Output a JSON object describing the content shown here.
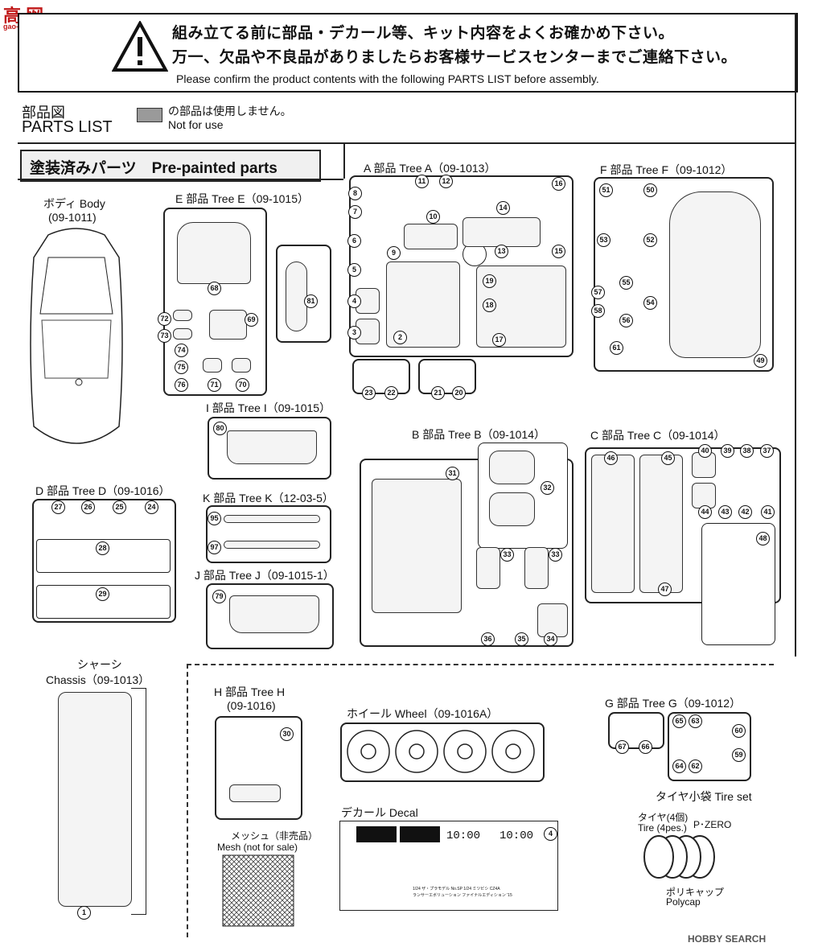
{
  "watermark": {
    "text": "高 网",
    "sub": "gao-shou.com"
  },
  "header": {
    "jp_line1": "組み立てる前に部品・デカール等、キット内容をよくお確かめ下さい。",
    "jp_line2": "万一、欠品や不良品がありましたらお客様サービスセンターまでご連絡下さい。",
    "en_line": "Please confirm the product contents with the following PARTS LIST before assembly."
  },
  "parts_list": {
    "title_jp": "部品図",
    "title_en": "PARTS LIST",
    "legend_jp": "の部品は使用しません。",
    "legend_en": "Not for use"
  },
  "prepainted": {
    "label": "塗装済みパーツ　Pre-painted parts"
  },
  "body": {
    "label": "ボディ Body",
    "code": "(09-1011)"
  },
  "trees": {
    "E": "E 部品 Tree E（09-1015）",
    "A": "A 部品 Tree A（09-1013）",
    "F": "F 部品 Tree F（09-1012）",
    "I": "I 部品 Tree I（09-1015）",
    "B": "B 部品 Tree B（09-1014）",
    "C": "C 部品 Tree C（09-1014）",
    "D": "D 部品 Tree D（09-1016）",
    "K": "K 部品 Tree K（12-03-5）",
    "J": "J 部品 Tree J（09-1015-1）",
    "H": "H 部品 Tree H",
    "H_code": "(09-1016)",
    "G": "G 部品 Tree G（09-1012）"
  },
  "chassis": {
    "jp": "シャーシ",
    "en": "Chassis（09-1013）"
  },
  "wheel": {
    "label": "ホイール Wheel（09-1016A）"
  },
  "decal": {
    "label": "デカール Decal",
    "time1": "10:00",
    "time2": "10:00",
    "fine1": "1/24 ザ・プラモデル No.SP 1/24 ミツビシ CZ4A",
    "fine2": "ランサーエボリューション ファイナルエディション '15"
  },
  "mesh": {
    "jp": "メッシュ（非売品）",
    "en": "Mesh (not for sale)"
  },
  "tire": {
    "title": "タイヤ小袋 Tire set",
    "jp": "タイヤ(4個)",
    "en": "Tire (4pes.)",
    "brand": "P･ZERO",
    "poly_jp": "ポリキャップ",
    "poly_en": "Polycap"
  },
  "footer": {
    "logo": "HOBBY SEARCH"
  },
  "n": {
    "1": "1",
    "2": "2",
    "3": "3",
    "4": "4",
    "5": "5",
    "6": "6",
    "7": "7",
    "8": "8",
    "9": "9",
    "10": "10",
    "11": "11",
    "12": "12",
    "13": "13",
    "14": "14",
    "15": "15",
    "16": "16",
    "17": "17",
    "18": "18",
    "19": "19",
    "20": "20",
    "21": "21",
    "22": "22",
    "23": "23",
    "24": "24",
    "25": "25",
    "26": "26",
    "27": "27",
    "28": "28",
    "29": "29",
    "30": "30",
    "31": "31",
    "32": "32",
    "33": "33",
    "34": "34",
    "35": "35",
    "36": "36",
    "37": "37",
    "38": "38",
    "39": "39",
    "40": "40",
    "41": "41",
    "42": "42",
    "43": "43",
    "44": "44",
    "45": "45",
    "46": "46",
    "47": "47",
    "48": "48",
    "49": "49",
    "50": "50",
    "51": "51",
    "52": "52",
    "53": "53",
    "54": "54",
    "55": "55",
    "56": "56",
    "57": "57",
    "58": "58",
    "59": "59",
    "60": "60",
    "61": "61",
    "62": "62",
    "63": "63",
    "64": "64",
    "65": "65",
    "66": "66",
    "67": "67",
    "68": "68",
    "69": "69",
    "70": "70",
    "71": "71",
    "72": "72",
    "73": "73",
    "74": "74",
    "75": "75",
    "76": "76",
    "79": "79",
    "80": "80",
    "81": "81",
    "95": "95",
    "97": "97"
  }
}
